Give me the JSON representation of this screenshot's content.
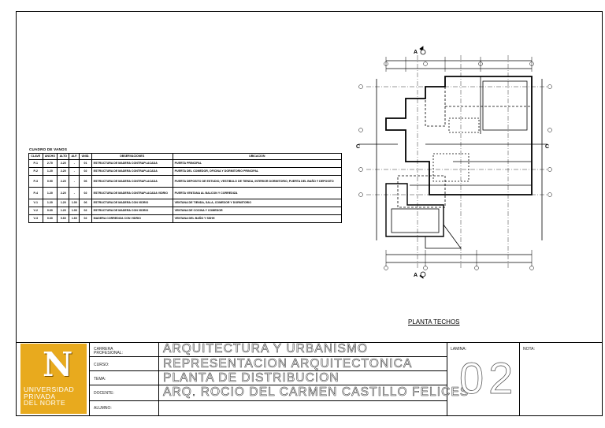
{
  "schedule": {
    "title": "CUADRO DE VANOS",
    "headers": [
      "CLAVE",
      "ANCHO",
      "ALTO",
      "ALF.",
      "UNID.",
      "OBSERVACIONES",
      "UBICACION"
    ],
    "rows": [
      [
        "P-1",
        "2.70",
        "2.20",
        "-",
        "01",
        "ESTRUCTURA DE MADERA CONTRAPLACADA",
        "PUERTA PRINCIPAL"
      ],
      [
        "P-2",
        "1.20",
        "2.20",
        "-",
        "02",
        "ESTRUCTURA DE MADERA CONTRAPLACADA",
        "PUERTA DEL COMEDOR, OFICINA Y DORMITORIO PRINCIPAL"
      ],
      [
        "P-3",
        "0.90",
        "2.20",
        "-",
        "06",
        "ESTRUCTURA DE MADERA CONTRAPLACADA",
        "PUERTA DEPOSITO DE ESTUDIO, VESTIBULO DE TIENDA, INTERIOR DORMITORIO, PUERTA DEL BAÑO Y DEPOSITO"
      ],
      [
        "P-4",
        "1.20",
        "2.20",
        "-",
        "02",
        "ESTRUCTURA DE MADERA CONTRAPLACADA VIDRIO",
        "PUERTA VENTANA AL BALCON Y CORREDIZA"
      ],
      [
        "V-1",
        "1.20",
        "1.20",
        "1.00",
        "06",
        "ESTRUCTURA DE MADERA CON VIDRIO",
        "VENTANA DE TIENDA, SALA, COMEDOR Y DORMITORIO"
      ],
      [
        "V-2",
        "0.60",
        "1.20",
        "1.00",
        "02",
        "ESTRUCTURA DE MADERA CON VIDRIO",
        "VENTANA DE COCINA Y COMEDOR"
      ],
      [
        "V-3",
        "0.60",
        "0.60",
        "1.60",
        "02",
        "MADERA CORREDIZA CON VIDRIO",
        "VENTANA DEL BAÑO Y SSHH"
      ]
    ]
  },
  "plan": {
    "title": "PLANTA TECHOS",
    "section_marks": [
      "A",
      "A",
      "C",
      "C"
    ]
  },
  "title_block": {
    "logo": {
      "line1": "UNIVERSIDAD",
      "line2": "PRIVADA",
      "line3": "DEL NORTE"
    },
    "labels": {
      "carrera": "CARRERA PROFESIONAL:",
      "curso": "CURSO:",
      "tema": "TEMA:",
      "docente": "DOCENTE:",
      "alumno": "ALUMNO:",
      "lamina": "LAMINA:",
      "nota": "NOTA:"
    },
    "values": {
      "carrera": "ARQUITECTURA Y URBANISMO",
      "curso": "REPRESENTACION ARQUITECTONICA",
      "tema": "PLANTA DE DISTRIBUCION",
      "docente": "ARQ. ROCIO DEL CARMEN CASTILLO FELICES",
      "alumno": ""
    },
    "lamina_number": "02"
  },
  "colors": {
    "logo_gold": "#e8aa1e"
  }
}
